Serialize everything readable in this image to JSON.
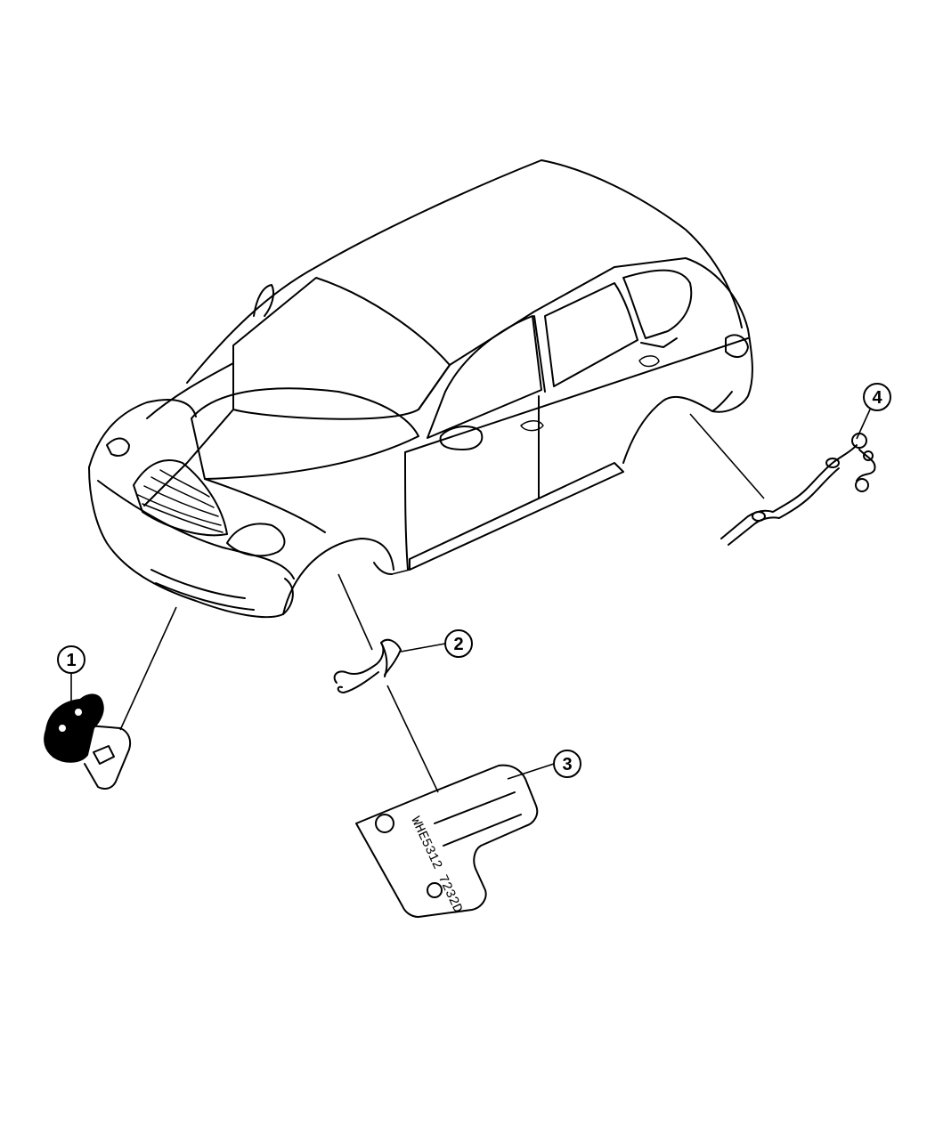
{
  "callouts": [
    {
      "id": "1",
      "label": "1"
    },
    {
      "id": "2",
      "label": "2"
    },
    {
      "id": "3",
      "label": "3"
    },
    {
      "id": "4",
      "label": "4"
    }
  ],
  "plate": {
    "marking": "WHE5312 7232D"
  }
}
